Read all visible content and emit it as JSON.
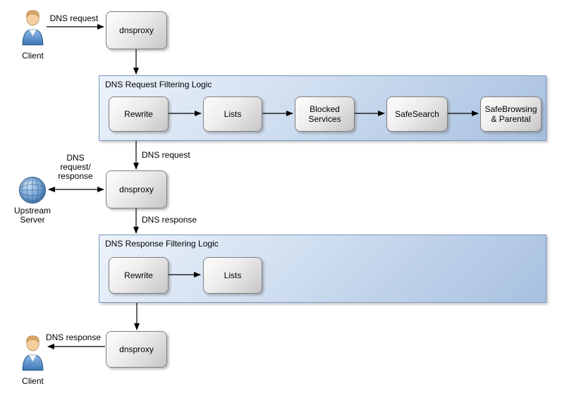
{
  "nodes": {
    "client_top": "Client",
    "dnsproxy_top": "dnsproxy",
    "dnsproxy_middle": "dnsproxy",
    "dnsproxy_bottom": "dnsproxy",
    "upstream_server": "Upstream Server",
    "client_bottom": "Client"
  },
  "containers": {
    "request": {
      "title": "DNS Request Filtering Logic",
      "boxes": [
        "Rewrite",
        "Lists",
        "Blocked Services",
        "SafeSearch",
        "SafeBrowsing & Parental"
      ]
    },
    "response": {
      "title": "DNS Response Filtering Logic",
      "boxes": [
        "Rewrite",
        "Lists"
      ]
    }
  },
  "edge_labels": {
    "client_to_dnsproxy": "DNS request",
    "dnsproxy_to_request_filtering": "DNS request",
    "upstream_exchange": [
      "DNS",
      "request/",
      "response"
    ],
    "dnsproxy_to_response_filtering": "DNS response",
    "dnsproxy_to_client": "DNS response"
  },
  "icons": {
    "client_top": "person-icon",
    "client_bottom": "person-icon",
    "upstream_server": "globe-icon"
  },
  "colors": {
    "container_fill_light": "#ecf2fb",
    "container_fill_dark": "#a7c0e0",
    "container_border": "#7b96bd",
    "box_fill_light": "#fdfdfd",
    "box_fill_dark": "#c6c6c6",
    "box_border": "#7f7f7f",
    "arrow": "#000000"
  }
}
